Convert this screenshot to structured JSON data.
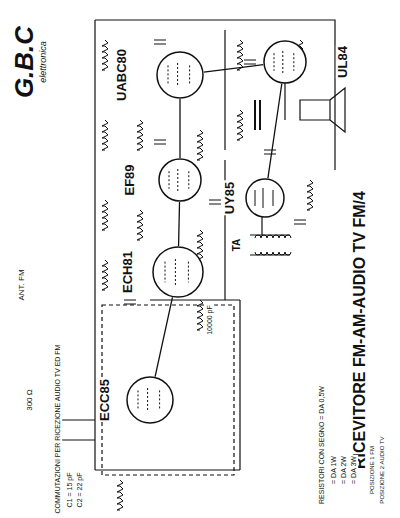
{
  "diagram": {
    "title": "RICEVITORE FM-AM-AUDIO TV FM/4",
    "nodes": [
      {
        "text": [
          "ECC85"
        ]
      },
      {
        "text": [
          "ECH81"
        ]
      },
      {
        "text": [
          "EF89"
        ]
      },
      {
        "text": [
          "UABC80"
        ]
      },
      {
        "text": [
          "UL84"
        ]
      },
      {
        "text": [
          "UY85"
        ]
      }
    ],
    "edges": [
      {
        "from": 0,
        "to": 1,
        "arrow": "none"
      },
      {
        "from": 1,
        "to": 2,
        "arrow": "none"
      },
      {
        "from": 2,
        "to": 3,
        "arrow": "none"
      },
      {
        "from": 3,
        "to": 4,
        "arrow": "none"
      },
      {
        "from": 5,
        "to": 4,
        "arrow": "none"
      }
    ],
    "labels": [
      "G.B.C",
      "elettronica",
      "TA",
      "ANT. FM",
      "300 Ω",
      "10000 pF",
      "RESISTORI CON SEGNO = DA 0,5W",
      "= DA 1W",
      "= DA 2W",
      "= DA 3W",
      "COMMUTAZIONI PER RICEZIONE AUDIO TV ED FM",
      "C1 = 15 pF",
      "C2 = 22 pF",
      "POSIZIONE 1 FM",
      "POSIZIONE 2 AUDIO TV"
    ]
  }
}
